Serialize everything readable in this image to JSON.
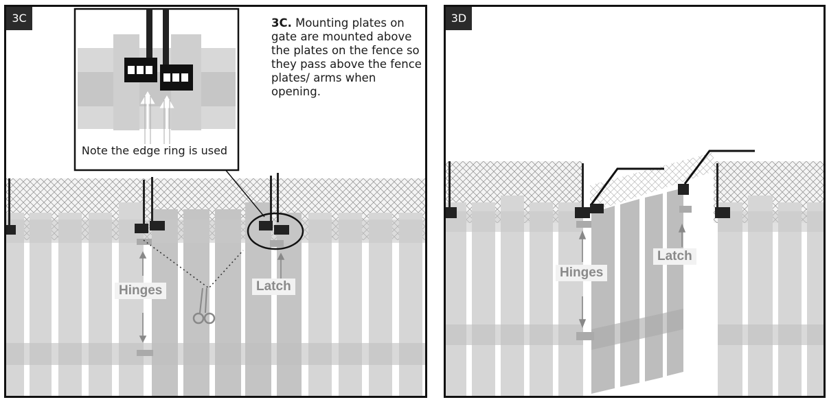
{
  "panel_c": {
    "tag": "3C",
    "caption_bold": "3C.",
    "caption_text": " Mounting plates on gate are mounted above the plates on the fence so they pass above the fence plates/ arms when opening.",
    "inset_note": "Note the edge ring is used",
    "hinges_label": "Hinges",
    "latch_label": "Latch"
  },
  "panel_d": {
    "tag": "3D",
    "hinges_label": "Hinges",
    "latch_label": "Latch"
  },
  "colors": {
    "frame": "#111111",
    "fence_board": "#d4d4d4",
    "gate_board": "#bdbdbd",
    "mesh": "#9a9a9a",
    "label_text": "#8a8a8a"
  }
}
